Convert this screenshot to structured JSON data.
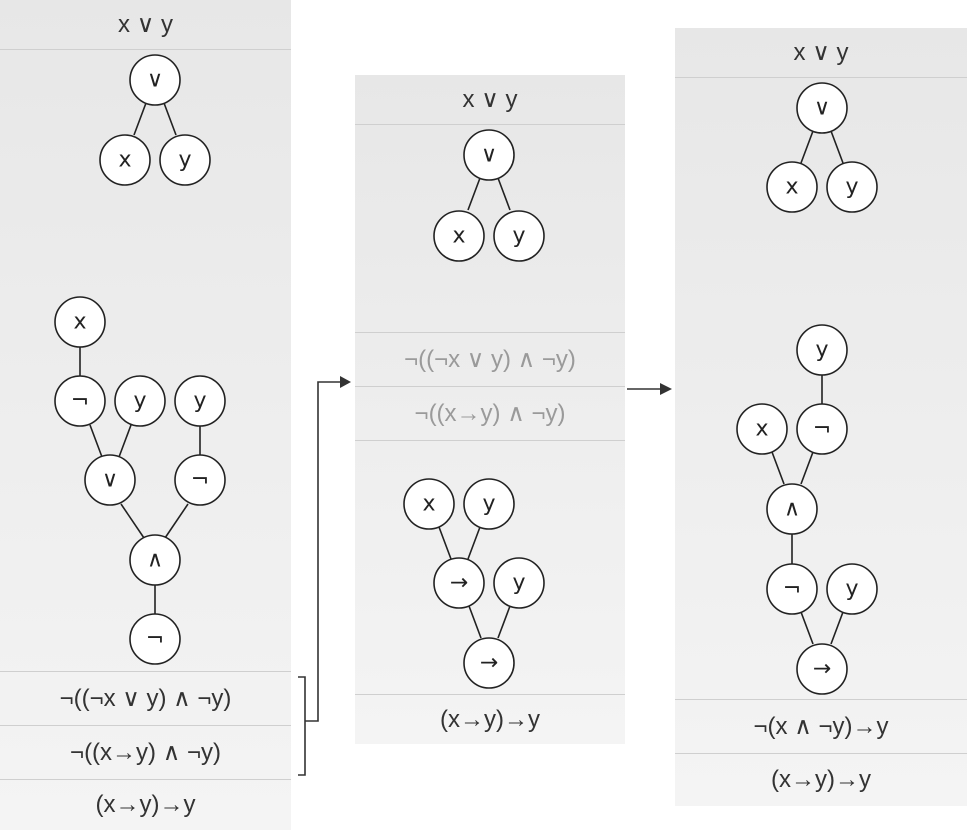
{
  "panel1": {
    "header": "x ∨ y",
    "tree1": {
      "root": "∨",
      "left": "x",
      "right": "y"
    },
    "tree2": {
      "x_top": "x",
      "neg_x": "¬",
      "y1": "y",
      "y2": "y",
      "or": "∨",
      "neg_y": "¬",
      "and": "∧",
      "neg_root": "¬"
    },
    "formula1": "¬((¬x ∨ y) ∧ ¬y)",
    "formula2": "¬((x→y) ∧ ¬y)",
    "formula3": "(x→y)→y"
  },
  "panel2": {
    "header": "x ∨ y",
    "tree1": {
      "root": "∨",
      "left": "x",
      "right": "y"
    },
    "formula1": "¬((¬x ∨ y) ∧ ¬y)",
    "formula2": "¬((x→y) ∧ ¬y)",
    "tree2": {
      "x": "x",
      "y_top": "y",
      "imp_inner": "→",
      "y_right": "y",
      "imp_root": "→"
    },
    "footer": "(x→y)→y"
  },
  "panel3": {
    "header": "x ∨ y",
    "tree1": {
      "root": "∨",
      "left": "x",
      "right": "y"
    },
    "tree2": {
      "y_top": "y",
      "x": "x",
      "neg_y": "¬",
      "and": "∧",
      "neg": "¬",
      "y_right": "y",
      "imp": "→"
    },
    "formula1": "¬(x ∧ ¬y)→y",
    "formula2": "(x→y)→y"
  },
  "colors": {
    "muted_text": "#9a9a9a",
    "text": "#333333",
    "panel_bg": "#ececec",
    "arrow": "#333333"
  }
}
